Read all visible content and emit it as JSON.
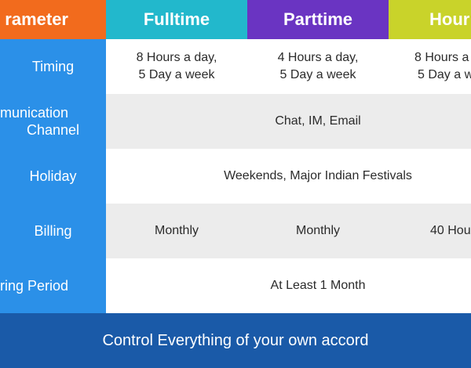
{
  "header": {
    "parameter": "rameter",
    "fulltime": "Fulltime",
    "parttime": "Parttime",
    "hourly": "Hour"
  },
  "rows": [
    {
      "label": [
        "Timing"
      ],
      "fulltime": [
        "8 Hours a day,",
        "5 Day a week"
      ],
      "parttime": [
        "4 Hours a day,",
        "5 Day a week"
      ],
      "hourly": [
        "8 Hours a",
        "5 Day a w"
      ]
    },
    {
      "label": [
        "munication",
        "Channel"
      ],
      "merged": "Chat, IM, Email"
    },
    {
      "label": [
        "Holiday"
      ],
      "merged": "Weekends, Major Indian Festivals"
    },
    {
      "label": [
        "Billing"
      ],
      "fulltime": "Monthly",
      "parttime": "Monthly",
      "hourly": "40 Hou"
    },
    {
      "label": [
        "ring Period"
      ],
      "merged": "At Least 1 Month"
    }
  ],
  "footer": {
    "text": "Control Everything of your own accord"
  },
  "colors": {
    "parameter_header": "#f26b1d",
    "fulltime_header": "#22b8cc",
    "parttime_header": "#6a34c2",
    "hourly_header": "#c9d32a",
    "label_column": "#2b90e8",
    "row_alt": "#ececec",
    "footer": "#1a5aa8"
  }
}
